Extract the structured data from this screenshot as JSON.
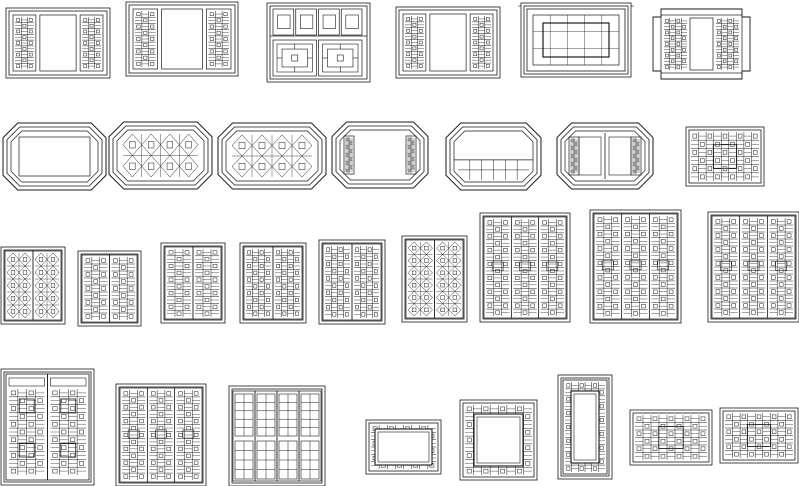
{
  "sheet": {
    "background_color": "#ffffff",
    "line_color": "#1a1a1a"
  },
  "rows": [
    {
      "row": 1,
      "items": [
        {
          "id": "w1-1",
          "kind": "window-two-side-panels",
          "icon": "lattice-window-icon"
        },
        {
          "id": "w1-2",
          "kind": "window-two-side-panels",
          "icon": "lattice-window-icon"
        },
        {
          "id": "w1-3",
          "kind": "window-grid-transom",
          "icon": "lattice-window-icon"
        },
        {
          "id": "w1-4",
          "kind": "window-two-side-panels",
          "icon": "lattice-window-icon"
        },
        {
          "id": "w1-5",
          "kind": "window-double-frame",
          "icon": "lattice-window-icon"
        },
        {
          "id": "w1-6",
          "kind": "window-notched-lattice",
          "icon": "lattice-window-icon"
        }
      ]
    },
    {
      "row": 2,
      "items": [
        {
          "id": "w2-1",
          "kind": "octagon-window",
          "icon": "octagon-window-icon"
        },
        {
          "id": "w2-2",
          "kind": "octagon-window",
          "icon": "octagon-window-icon"
        },
        {
          "id": "w2-3",
          "kind": "octagon-window",
          "icon": "octagon-window-icon"
        },
        {
          "id": "w2-4",
          "kind": "octagon-window",
          "icon": "octagon-window-icon"
        },
        {
          "id": "w2-5",
          "kind": "octagon-window",
          "icon": "octagon-window-icon"
        },
        {
          "id": "w2-6",
          "kind": "octagon-window",
          "icon": "octagon-window-icon"
        },
        {
          "id": "w2-7",
          "kind": "lattice-panel",
          "icon": "lattice-panel-icon"
        }
      ]
    },
    {
      "row": 3,
      "items": [
        {
          "id": "w3-1",
          "kind": "double-leaf-panel",
          "icon": "lattice-door-icon"
        },
        {
          "id": "w3-2",
          "kind": "double-leaf-panel",
          "icon": "lattice-door-icon"
        },
        {
          "id": "w3-3",
          "kind": "double-leaf-panel",
          "icon": "lattice-door-icon"
        },
        {
          "id": "w3-4",
          "kind": "double-leaf-panel",
          "icon": "lattice-door-icon"
        },
        {
          "id": "w3-5",
          "kind": "double-leaf-panel",
          "icon": "lattice-door-icon"
        },
        {
          "id": "w3-6",
          "kind": "double-leaf-panel",
          "icon": "lattice-door-icon"
        },
        {
          "id": "w3-7",
          "kind": "triple-leaf-panel",
          "icon": "lattice-door-icon"
        },
        {
          "id": "w3-8",
          "kind": "triple-leaf-panel",
          "icon": "lattice-door-icon"
        },
        {
          "id": "w3-9",
          "kind": "triple-leaf-panel",
          "icon": "lattice-door-icon"
        }
      ]
    },
    {
      "row": 4,
      "items": [
        {
          "id": "w4-1",
          "kind": "double-leaf-door",
          "icon": "lattice-door-icon"
        },
        {
          "id": "w4-2",
          "kind": "triple-leaf-door",
          "icon": "lattice-door-icon"
        },
        {
          "id": "w4-3",
          "kind": "quad-leaf-door",
          "icon": "lattice-door-icon"
        },
        {
          "id": "w4-4",
          "kind": "framed-window",
          "icon": "lattice-window-icon"
        },
        {
          "id": "w4-5",
          "kind": "framed-window",
          "icon": "lattice-window-icon"
        },
        {
          "id": "w4-6",
          "kind": "tall-framed-window",
          "icon": "lattice-window-icon"
        },
        {
          "id": "w4-7",
          "kind": "lattice-panel",
          "icon": "lattice-panel-icon"
        },
        {
          "id": "w4-8",
          "kind": "lattice-panel",
          "icon": "lattice-panel-icon"
        }
      ]
    }
  ]
}
